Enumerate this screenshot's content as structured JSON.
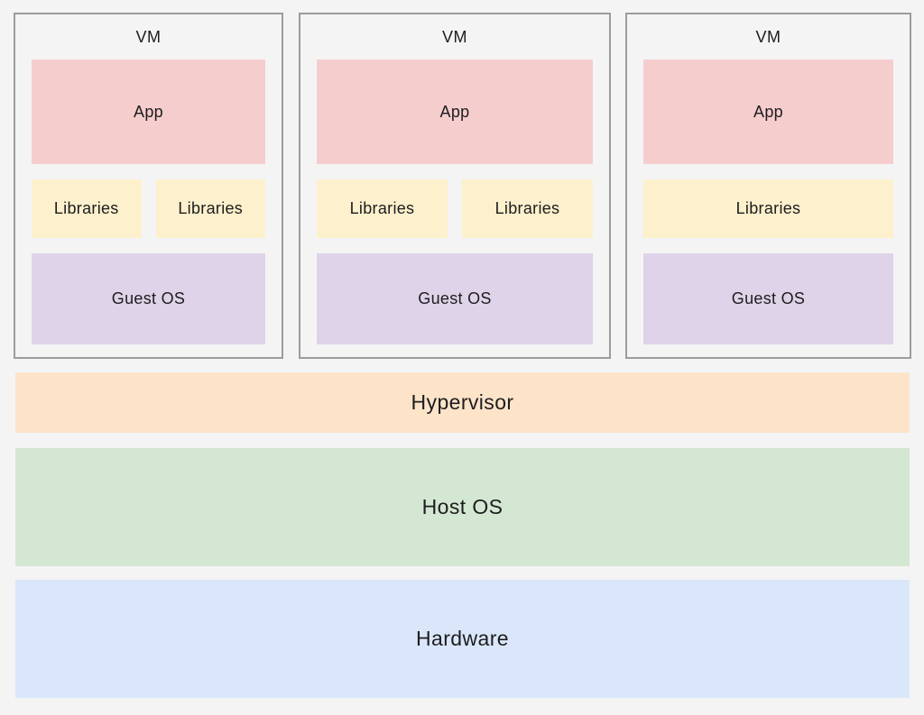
{
  "vms": [
    {
      "label": "VM",
      "app": "App",
      "libraries": [
        "Libraries",
        "Libraries"
      ],
      "guest_os": "Guest OS"
    },
    {
      "label": "VM",
      "app": "App",
      "libraries": [
        "Libraries",
        "Libraries"
      ],
      "guest_os": "Guest OS"
    },
    {
      "label": "VM",
      "app": "App",
      "libraries": [
        "Libraries"
      ],
      "guest_os": "Guest OS"
    }
  ],
  "layers": [
    {
      "label": "Hypervisor"
    },
    {
      "label": "Host OS"
    },
    {
      "label": "Hardware"
    }
  ],
  "colors": {
    "background": "#f4f4f5",
    "vm_border": "#9c9c9c",
    "app": "#f6cdcd",
    "libraries": "#fdf0cc",
    "guest_os": "#ded3e8",
    "hypervisor": "#fde4c9",
    "host_os": "#d4e7d2",
    "hardware": "#dae7fa",
    "text": "#1d1d1f"
  }
}
